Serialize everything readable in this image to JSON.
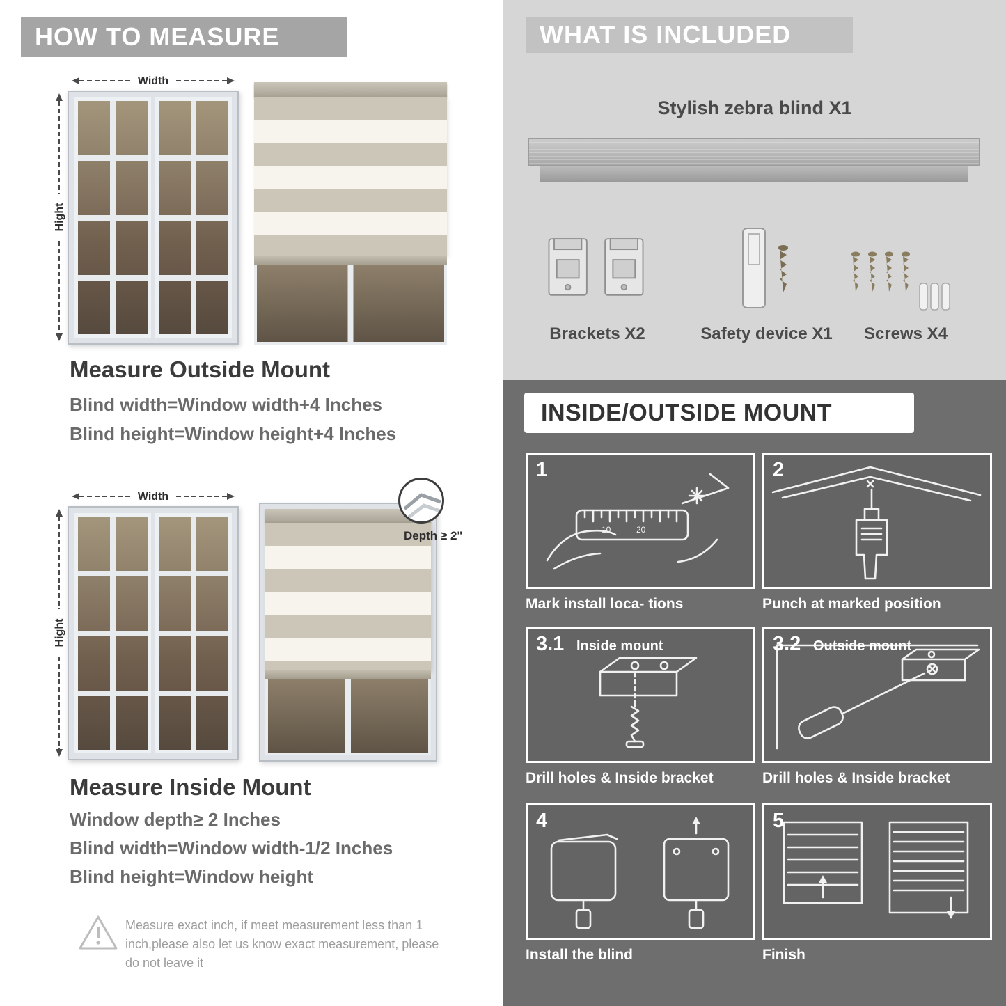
{
  "colors": {
    "left_header_bg": "#a5a5a5",
    "included_panel_bg": "#d6d6d6",
    "included_header_bg": "#c2c2c2",
    "mount_panel_bg": "#6e6e6e",
    "formula_text": "#6a6a6a"
  },
  "how_to_measure": {
    "header": "HOW TO MEASURE",
    "dim": {
      "width": "Width",
      "height": "Hight"
    },
    "outside": {
      "title": "Measure Outside Mount",
      "formula1": "Blind width=Window width+4 Inches",
      "formula2": "Blind height=Window height+4 Inches"
    },
    "inside": {
      "title": "Measure Inside Mount",
      "depth_callout": "Depth ≥ 2\"",
      "formula1": "Window depth≥ 2 Inches",
      "formula2": "Blind width=Window width-1/2 Inches",
      "formula3": "Blind height=Window height"
    },
    "note": "Measure exact inch, if meet measurement less than 1 inch,please also let us know exact measurement, please do not leave it"
  },
  "included": {
    "header": "WHAT IS INCLUDED",
    "product": "Stylish zebra blind X1",
    "items": [
      {
        "label": "Brackets X2",
        "icon": "brackets-icon"
      },
      {
        "label": "Safety device X1",
        "icon": "safety-device-icon"
      },
      {
        "label": "Screws X4",
        "icon": "screws-icon"
      }
    ]
  },
  "mount_guide": {
    "header": "INSIDE/OUTSIDE MOUNT",
    "steps": [
      {
        "num": "1",
        "caption": "Mark install loca- tions",
        "ruler_numbers": [
          "10",
          "20"
        ]
      },
      {
        "num": "2",
        "caption": "Punch at  marked position"
      },
      {
        "num": "3.1",
        "tag": "Inside mount",
        "caption": "Drill holes &  Inside bracket"
      },
      {
        "num": "3.2",
        "tag": "Outside mount",
        "caption": "Drill holes &  Inside bracket"
      },
      {
        "num": "4",
        "caption": "Install the blind"
      },
      {
        "num": "5",
        "caption": "Finish"
      }
    ]
  }
}
